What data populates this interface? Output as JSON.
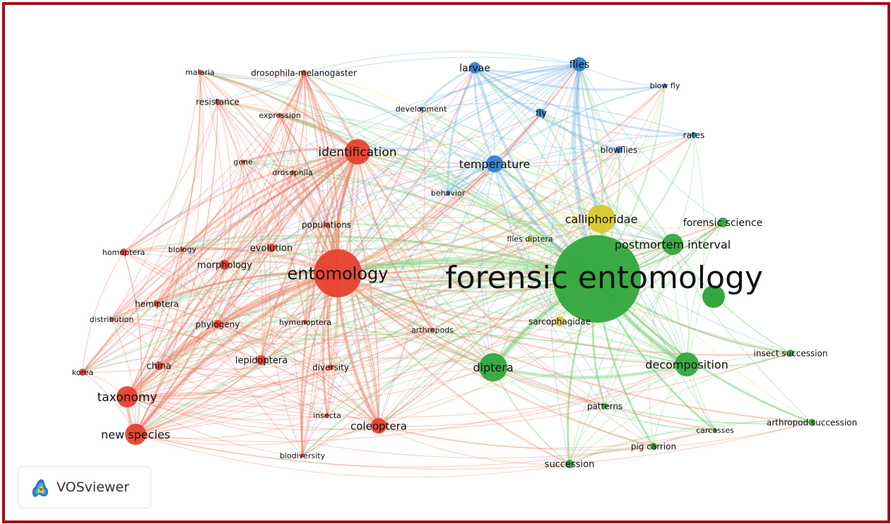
{
  "branding": {
    "logo_text": "VOSviewer"
  },
  "colors": {
    "frame": "#a31218",
    "red": "#e8402e",
    "blue": "#2f7fd0",
    "green": "#32a83c",
    "yellow": "#d8c92a",
    "link_red": "#f07a63",
    "link_blue": "#6fb0e6",
    "link_green": "#7fd07a",
    "link_yellow": "#e6d96a"
  },
  "clusters": {
    "red": [
      "identification",
      "entomology",
      "taxonomy",
      "new species",
      "coleoptera",
      "china",
      "morphology",
      "evolution",
      "phylogeny",
      "lepidoptera",
      "diversity",
      "hemiptera",
      "homoptera",
      "biology",
      "distribution",
      "korea",
      "insecta",
      "biodiversity",
      "hymenoptera",
      "arthropods",
      "populations",
      "gene",
      "drosophila",
      "expression",
      "resistance",
      "malaria",
      "drosophila-melanogaster"
    ],
    "blue": [
      "larvae",
      "flies",
      "fly",
      "blow fly",
      "rates",
      "development",
      "temperature",
      "blowflies",
      "behavior"
    ],
    "green": [
      "forensic entomology",
      "postmortem interval",
      "forensic science",
      "diptera",
      "decomposition",
      "insect succession",
      "arthropod succession",
      "patterns",
      "carcasses",
      "pig carrion",
      "succession"
    ],
    "yellow": [
      "calliphoridae",
      "sarcophagidae",
      "flies diptera"
    ]
  },
  "nodes": [
    {
      "id": "forensic entomology",
      "label": "forensic entomology",
      "cluster": "green",
      "weight": 100
    },
    {
      "id": "entomology",
      "label": "entomology",
      "cluster": "red",
      "weight": 40
    },
    {
      "id": "identification",
      "label": "identification",
      "cluster": "red",
      "weight": 16
    },
    {
      "id": "taxonomy",
      "label": "taxonomy",
      "cluster": "red",
      "weight": 16
    },
    {
      "id": "new species",
      "label": "new species",
      "cluster": "red",
      "weight": 14
    },
    {
      "id": "coleoptera",
      "label": "coleoptera",
      "cluster": "red",
      "weight": 10
    },
    {
      "id": "china",
      "label": "china",
      "cluster": "red",
      "weight": 6
    },
    {
      "id": "morphology",
      "label": "morphology",
      "cluster": "red",
      "weight": 7
    },
    {
      "id": "evolution",
      "label": "evolution",
      "cluster": "red",
      "weight": 5
    },
    {
      "id": "phylogeny",
      "label": "phylogeny",
      "cluster": "red",
      "weight": 5
    },
    {
      "id": "lepidoptera",
      "label": "lepidoptera",
      "cluster": "red",
      "weight": 7
    },
    {
      "id": "diversity",
      "label": "diversity",
      "cluster": "red",
      "weight": 4
    },
    {
      "id": "hemiptera",
      "label": "hemiptera",
      "cluster": "red",
      "weight": 4
    },
    {
      "id": "homoptera",
      "label": "homoptera",
      "cluster": "red",
      "weight": 4
    },
    {
      "id": "biology",
      "label": "biology",
      "cluster": "red",
      "weight": 3
    },
    {
      "id": "distribution",
      "label": "distribution",
      "cluster": "red",
      "weight": 3
    },
    {
      "id": "korea",
      "label": "korea",
      "cluster": "red",
      "weight": 4
    },
    {
      "id": "insecta",
      "label": "insecta",
      "cluster": "red",
      "weight": 3
    },
    {
      "id": "biodiversity",
      "label": "biodiversity",
      "cluster": "red",
      "weight": 3
    },
    {
      "id": "hymenoptera",
      "label": "hymenoptera",
      "cluster": "red",
      "weight": 3
    },
    {
      "id": "arthropods",
      "label": "arthropods",
      "cluster": "red",
      "weight": 3
    },
    {
      "id": "populations",
      "label": "populations",
      "cluster": "red",
      "weight": 3
    },
    {
      "id": "gene",
      "label": "gene",
      "cluster": "red",
      "weight": 3
    },
    {
      "id": "drosophila",
      "label": "drosophila",
      "cluster": "red",
      "weight": 3
    },
    {
      "id": "expression",
      "label": "expression",
      "cluster": "red",
      "weight": 3
    },
    {
      "id": "resistance",
      "label": "resistance",
      "cluster": "red",
      "weight": 4
    },
    {
      "id": "malaria",
      "label": "malaria",
      "cluster": "red",
      "weight": 3
    },
    {
      "id": "drosophila-melanogaster",
      "label": "drosophila-melanogaster",
      "cluster": "red",
      "weight": 3
    },
    {
      "id": "larvae",
      "label": "larvae",
      "cluster": "blue",
      "weight": 6
    },
    {
      "id": "flies",
      "label": "flies",
      "cluster": "blue",
      "weight": 8
    },
    {
      "id": "fly",
      "label": "fly",
      "cluster": "blue",
      "weight": 5
    },
    {
      "id": "blow fly",
      "label": "blow fly",
      "cluster": "blue",
      "weight": 3
    },
    {
      "id": "rates",
      "label": "rates",
      "cluster": "blue",
      "weight": 3
    },
    {
      "id": "development",
      "label": "development",
      "cluster": "blue",
      "weight": 3
    },
    {
      "id": "temperature",
      "label": "temperature",
      "cluster": "blue",
      "weight": 10
    },
    {
      "id": "blowflies",
      "label": "blowflies",
      "cluster": "blue",
      "weight": 5
    },
    {
      "id": "behavior",
      "label": "behavior",
      "cluster": "blue",
      "weight": 3
    },
    {
      "id": "calliphoridae",
      "label": "calliphoridae",
      "cluster": "yellow",
      "weight": 18
    },
    {
      "id": "sarcophagidae",
      "label": "sarcophagidae",
      "cluster": "yellow",
      "weight": 6
    },
    {
      "id": "flies diptera",
      "label": "flies diptera",
      "cluster": "yellow",
      "weight": 3
    },
    {
      "id": "postmortem interval",
      "label": "postmortem interval",
      "cluster": "green",
      "weight": 14
    },
    {
      "id": "forensic science",
      "label": "forensic science",
      "cluster": "green",
      "weight": 6
    },
    {
      "id": "diptera",
      "label": "diptera",
      "cluster": "green",
      "weight": 18
    },
    {
      "id": "decomposition",
      "label": "decomposition",
      "cluster": "green",
      "weight": 16
    },
    {
      "id": "insect succession",
      "label": "insect succession",
      "cluster": "green",
      "weight": 4
    },
    {
      "id": "arthropod succession",
      "label": "arthropod succession",
      "cluster": "green",
      "weight": 4
    },
    {
      "id": "patterns",
      "label": "patterns",
      "cluster": "green",
      "weight": 4
    },
    {
      "id": "carcasses",
      "label": "carcasses",
      "cluster": "green",
      "weight": 3
    },
    {
      "id": "pig carrion",
      "label": "pig carrion",
      "cluster": "green",
      "weight": 4
    },
    {
      "id": "succession",
      "label": "succession",
      "cluster": "green",
      "weight": 5
    }
  ]
}
